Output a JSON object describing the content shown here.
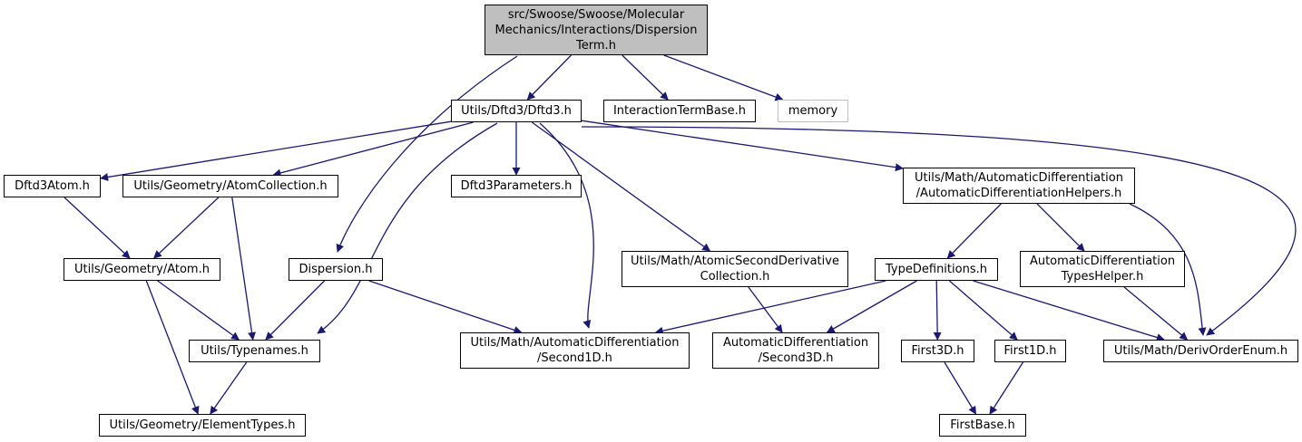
{
  "diagram": {
    "edge_color": "#191970",
    "root_fill": "#bfbfbf",
    "external_border": "#bfbfbf",
    "nodes": {
      "root": "src/Swoose/Swoose/Molecular\nMechanics/Interactions/Dispersion\nTerm.h",
      "dftd3": "Utils/Dftd3/Dftd3.h",
      "interaction": "InteractionTermBase.h",
      "memory": "memory",
      "dftd3atom": "Dftd3Atom.h",
      "atomcoll": "Utils/Geometry/AtomCollection.h",
      "dftd3params": "Dftd3Parameters.h",
      "adhelpers": "Utils/Math/AutomaticDifferentiation\n/AutomaticDifferentiationHelpers.h",
      "atom": "Utils/Geometry/Atom.h",
      "dispersion": "Dispersion.h",
      "atomicsecond": "Utils/Math/AtomicSecondDerivative\nCollection.h",
      "typedefs": "TypeDefinitions.h",
      "typeshelper": "AutomaticDifferentiation\nTypesHelper.h",
      "typenames": "Utils/Typenames.h",
      "second1d": "Utils/Math/AutomaticDifferentiation\n/Second1D.h",
      "second3d": "AutomaticDifferentiation\n/Second3D.h",
      "first3d": "First3D.h",
      "first1d": "First1D.h",
      "derivorder": "Utils/Math/DerivOrderEnum.h",
      "elementtypes": "Utils/Geometry/ElementTypes.h",
      "firstbase": "FirstBase.h"
    },
    "edges": [
      [
        "root",
        "dftd3"
      ],
      [
        "root",
        "interaction"
      ],
      [
        "root",
        "memory"
      ],
      [
        "root",
        "dispersion"
      ],
      [
        "dftd3",
        "dftd3atom"
      ],
      [
        "dftd3",
        "atomcoll"
      ],
      [
        "dftd3",
        "dftd3params"
      ],
      [
        "dftd3",
        "adhelpers"
      ],
      [
        "dftd3",
        "typenames"
      ],
      [
        "dftd3",
        "second1d"
      ],
      [
        "dftd3",
        "atomicsecond"
      ],
      [
        "dftd3",
        "derivorder"
      ],
      [
        "dftd3atom",
        "atom"
      ],
      [
        "atomcoll",
        "atom"
      ],
      [
        "atomcoll",
        "typenames"
      ],
      [
        "atom",
        "typenames"
      ],
      [
        "atom",
        "elementtypes"
      ],
      [
        "dispersion",
        "typenames"
      ],
      [
        "dispersion",
        "second1d"
      ],
      [
        "typenames",
        "elementtypes"
      ],
      [
        "atomicsecond",
        "second3d"
      ],
      [
        "adhelpers",
        "typedefs"
      ],
      [
        "adhelpers",
        "typeshelper"
      ],
      [
        "adhelpers",
        "derivorder"
      ],
      [
        "typedefs",
        "second1d"
      ],
      [
        "typedefs",
        "second3d"
      ],
      [
        "typedefs",
        "first3d"
      ],
      [
        "typedefs",
        "first1d"
      ],
      [
        "typedefs",
        "derivorder"
      ],
      [
        "typeshelper",
        "derivorder"
      ],
      [
        "first3d",
        "firstbase"
      ],
      [
        "first1d",
        "firstbase"
      ]
    ]
  }
}
